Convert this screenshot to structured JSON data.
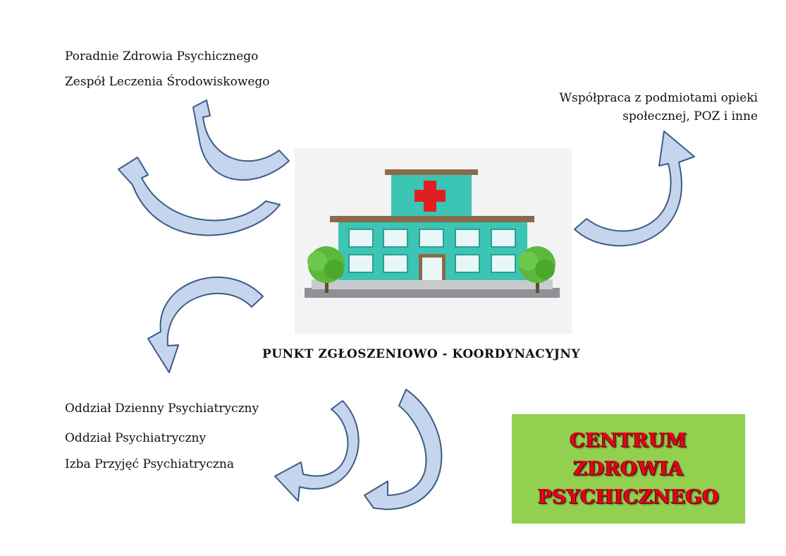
{
  "top_left": {
    "line1": "Poradnie Zdrowia Psychicznego",
    "line2": "Zespół Leczenia Środowiskowego"
  },
  "top_right": {
    "line1": "Współpraca z podmiotami opieki",
    "line2": "społecznej, POZ i inne"
  },
  "bottom_left": {
    "line1": "Oddział Dzienny Psychiatryczny",
    "line2": "Oddział Psychiatryczny",
    "line3": "Izba Przyjęć Psychiatryczna"
  },
  "center_label": "PUNKT ZGŁOSZENIOWO - KOORDYNACYJNY",
  "centrum": {
    "line1": "CENTRUM",
    "line2": "ZDROWIA",
    "line3": "PSYCHICZNEGO"
  },
  "colors": {
    "arrow_fill": "#c5d5ee",
    "arrow_stroke": "#3d5b84",
    "centrum_bg": "#92d050",
    "centrum_text": "#e8001c",
    "building": "#3cc4b4",
    "cross": "#e02020",
    "tree": "#5cb83a"
  },
  "icons": {
    "building": "hospital-building-icon"
  }
}
